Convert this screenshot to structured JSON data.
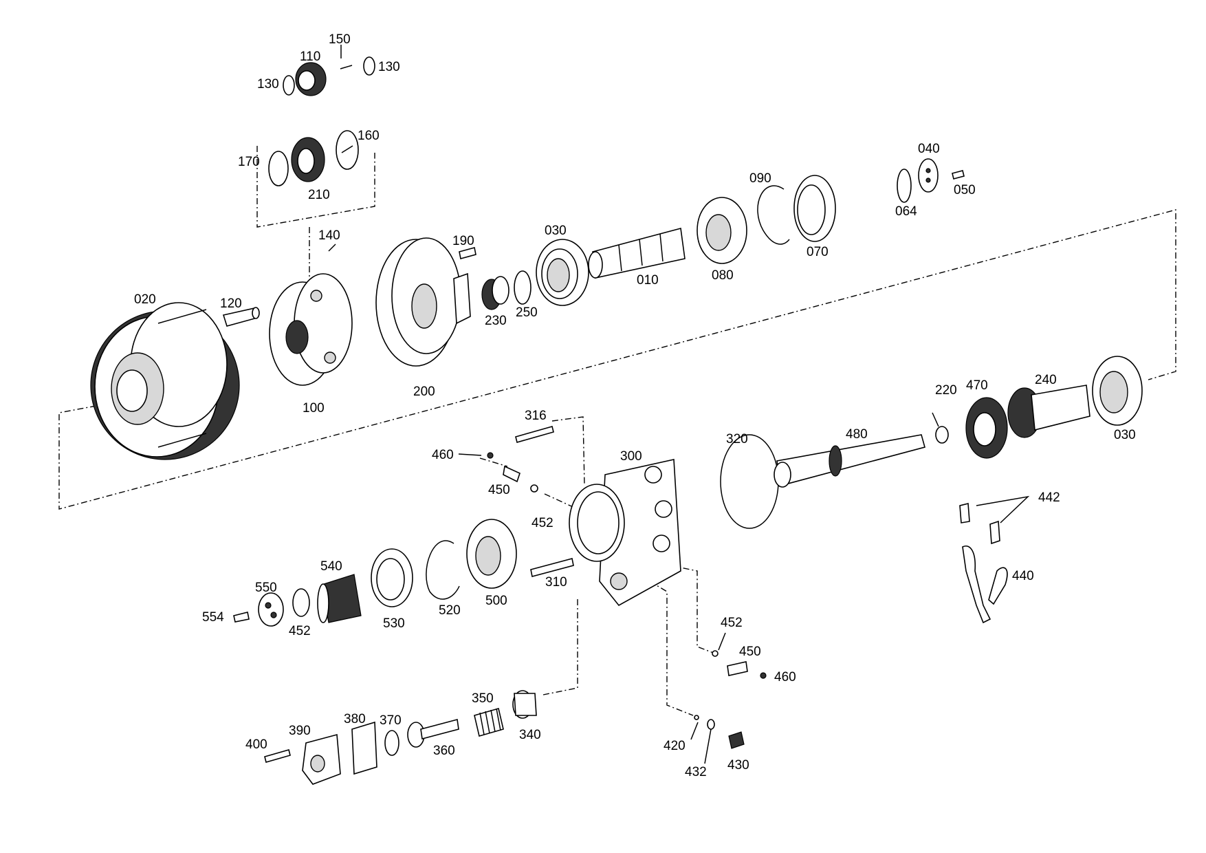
{
  "diagram": {
    "parts": [
      {
        "id": "p150",
        "label": "150"
      },
      {
        "id": "p110",
        "label": "110"
      },
      {
        "id": "p130a",
        "label": "130"
      },
      {
        "id": "p130b",
        "label": "130"
      },
      {
        "id": "p160",
        "label": "160"
      },
      {
        "id": "p170",
        "label": "170"
      },
      {
        "id": "p210",
        "label": "210"
      },
      {
        "id": "p040",
        "label": "040"
      },
      {
        "id": "p050",
        "label": "050"
      },
      {
        "id": "p064",
        "label": "064"
      },
      {
        "id": "p090",
        "label": "090"
      },
      {
        "id": "p070",
        "label": "070"
      },
      {
        "id": "p080",
        "label": "080"
      },
      {
        "id": "p010",
        "label": "010"
      },
      {
        "id": "p030a",
        "label": "030"
      },
      {
        "id": "p190",
        "label": "190"
      },
      {
        "id": "p140",
        "label": "140"
      },
      {
        "id": "p230",
        "label": "230"
      },
      {
        "id": "p250",
        "label": "250"
      },
      {
        "id": "p020",
        "label": "020"
      },
      {
        "id": "p120",
        "label": "120"
      },
      {
        "id": "p100",
        "label": "100"
      },
      {
        "id": "p200",
        "label": "200"
      },
      {
        "id": "p316",
        "label": "316"
      },
      {
        "id": "p300",
        "label": "300"
      },
      {
        "id": "p460a",
        "label": "460"
      },
      {
        "id": "p450a",
        "label": "450"
      },
      {
        "id": "p452a",
        "label": "452"
      },
      {
        "id": "p320",
        "label": "320"
      },
      {
        "id": "p480",
        "label": "480"
      },
      {
        "id": "p220",
        "label": "220"
      },
      {
        "id": "p470",
        "label": "470"
      },
      {
        "id": "p240",
        "label": "240"
      },
      {
        "id": "p030b",
        "label": "030"
      },
      {
        "id": "p442",
        "label": "442"
      },
      {
        "id": "p440",
        "label": "440"
      },
      {
        "id": "p540",
        "label": "540"
      },
      {
        "id": "p550",
        "label": "550"
      },
      {
        "id": "p554",
        "label": "554"
      },
      {
        "id": "p452b",
        "label": "452"
      },
      {
        "id": "p530",
        "label": "530"
      },
      {
        "id": "p520",
        "label": "520"
      },
      {
        "id": "p500",
        "label": "500"
      },
      {
        "id": "p310",
        "label": "310"
      },
      {
        "id": "p452c",
        "label": "452"
      },
      {
        "id": "p450b",
        "label": "450"
      },
      {
        "id": "p460b",
        "label": "460"
      },
      {
        "id": "p350",
        "label": "350"
      },
      {
        "id": "p340",
        "label": "340"
      },
      {
        "id": "p380",
        "label": "380"
      },
      {
        "id": "p370",
        "label": "370"
      },
      {
        "id": "p360",
        "label": "360"
      },
      {
        "id": "p390",
        "label": "390"
      },
      {
        "id": "p400",
        "label": "400"
      },
      {
        "id": "p420",
        "label": "420"
      },
      {
        "id": "p432",
        "label": "432"
      },
      {
        "id": "p430",
        "label": "430"
      }
    ]
  }
}
